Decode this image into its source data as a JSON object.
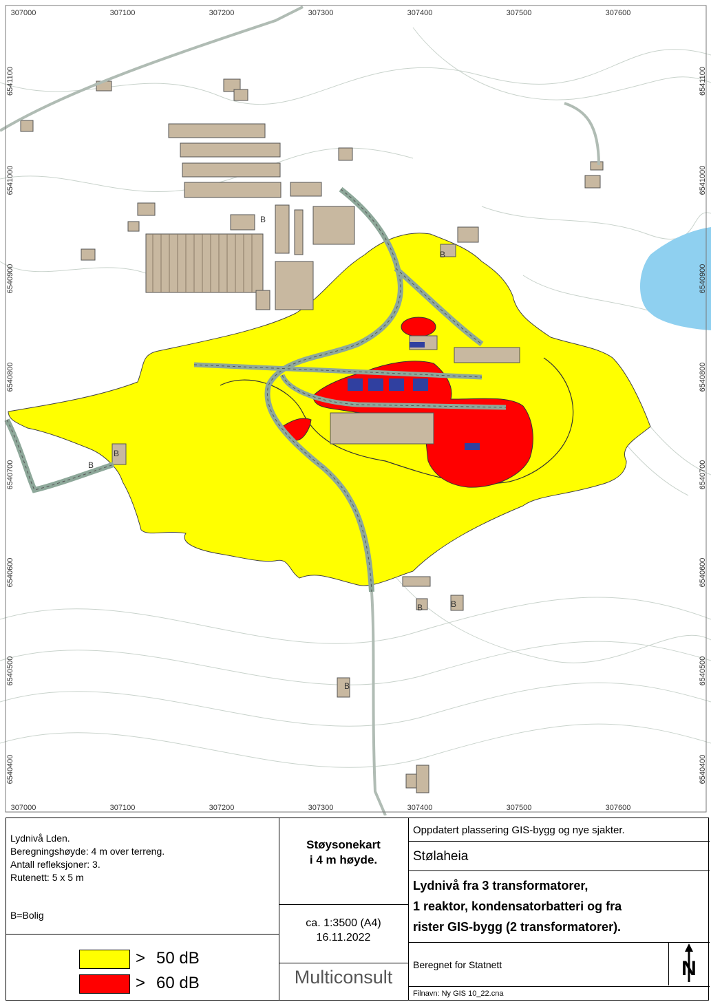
{
  "map": {
    "x_ticks": [
      "307000",
      "307100",
      "307200",
      "307300",
      "307400",
      "307500",
      "307600"
    ],
    "y_ticks": [
      "6541100",
      "6541000",
      "6540900",
      "6540800",
      "6540700",
      "6540600",
      "6540500",
      "6540400"
    ],
    "dwelling_marker": "B",
    "colors": {
      "zone_50": "#ffff00",
      "zone_60": "#ff0000",
      "water": "#8fd0f0",
      "building": "#c8b8a0"
    }
  },
  "info": {
    "line1": "Lydnivå Lden.",
    "line2": "Beregningshøyde: 4 m over terreng.",
    "line3": "Antall refleksjoner: 3.",
    "line4": "Rutenett: 5 x 5 m",
    "bolig": "B=Bolig"
  },
  "legend": {
    "item_50": {
      "symbol": ">",
      "label": "50 dB"
    },
    "item_60": {
      "symbol": ">",
      "label": "60 dB"
    }
  },
  "title_block": {
    "map_title_1": "Støysonekart",
    "map_title_2": "i 4 m høyde.",
    "scale": "ca. 1:3500 (A4)",
    "date": "16.11.2022",
    "company": "Multiconsult",
    "update_note": "Oppdatert plassering GIS-bygg og nye sjakter.",
    "place": "Stølaheia",
    "desc_1": "Lydnivå fra 3 transformatorer,",
    "desc_2": "1 reaktor, kondensatorbatteri og fra",
    "desc_3": "rister GIS-bygg (2 transformatorer).",
    "client": "Beregnet for Statnett",
    "filename": "Filnavn: Ny GIS 10_22.cna",
    "north_letter": "N"
  }
}
